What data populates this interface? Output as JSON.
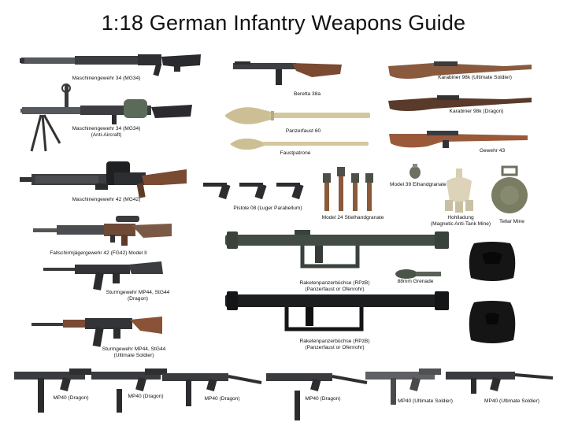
{
  "title": "1:18 German Infantry Weapons Guide",
  "colors": {
    "metal": "#3b3d40",
    "dark_metal": "#1d1e20",
    "wood": "#7a4a33",
    "panzerfaust": "#cdbf95",
    "rubber": "#151515",
    "green_metal": "#424b44"
  },
  "labels": {
    "mg34": "Maschinengewehr 34 (MG34)",
    "mg34aa_1": "Maschinengewehr 34 (MG34)",
    "mg34aa_2": "(Anti-Aircraft)",
    "mg42": "Maschinengewehr 42 (MG42)",
    "fg42_1": "Fallschirmjägergewehr 42 (FG42)  Model II",
    "mp44d_1": "Sturmgewehr MP44, StG44",
    "mp44d_2": "(Dragon)",
    "mp44u_1": "Sturmgewehr MP44, StG44",
    "mp44u_2": "(Ultimate Soldier)",
    "beretta": "Beretta 38a",
    "pf60": "Panzerfaust 60",
    "faustpatrone": "Faustpatrone",
    "luger": "Pistole 08 (Luger Parabellum)",
    "stielhand": "Model 24 Stielhandgranate",
    "eihand": "Model 39 Eihandgranate",
    "hohl_1": "Hohlladung",
    "hohl_2": "(Magnetic Anti-Tank Mine)",
    "teller": "Tellar Mine",
    "k98u": "Karabiner 98k (Ultimate Soldier)",
    "k98d": "Karabiner 98k (Dragon)",
    "g43": "Gewehr 43",
    "rpzb1_1": "Raketenpanzerbüchse (RPzB)",
    "rpzb1_2": "(Panzerfaust or Ofenrohr)",
    "grenade88": "88mm Grenade",
    "rpzb2_1": "Raketenpanzerbüchse (RPzB)",
    "rpzb2_2": "(Panzerfaust or Ofenrohr)",
    "mp40_1": "MP40 (Dragon)",
    "mp40_2": "MP40 (Dragon)",
    "mp40_3": "MP40 (Dragon)",
    "mp40_4": "MP40 (Dragon)",
    "mp40_5": "MP40 (Ultimate Soldier)",
    "mp40_6": "MP40 (Ultimate Soldier)"
  }
}
